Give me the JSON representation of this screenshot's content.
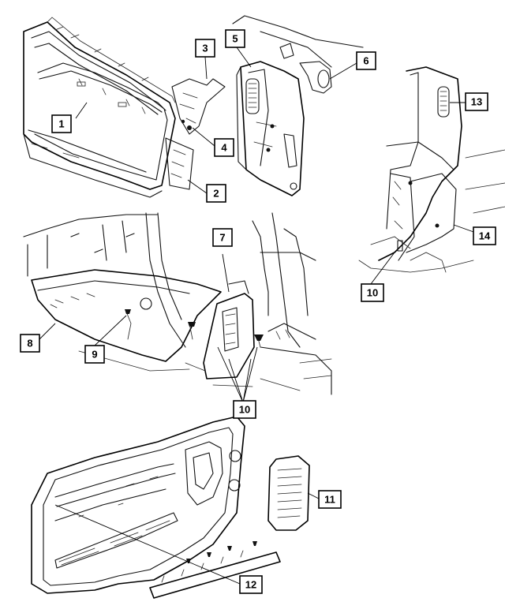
{
  "callouts": [
    {
      "id": "c1",
      "label": "1"
    },
    {
      "id": "c2",
      "label": "2"
    },
    {
      "id": "c3",
      "label": "3"
    },
    {
      "id": "c4",
      "label": "4"
    },
    {
      "id": "c5",
      "label": "5"
    },
    {
      "id": "c6",
      "label": "6"
    },
    {
      "id": "c7",
      "label": "7"
    },
    {
      "id": "c8",
      "label": "8"
    },
    {
      "id": "c9",
      "label": "9"
    },
    {
      "id": "c10a",
      "label": "10"
    },
    {
      "id": "c10b",
      "label": "10"
    },
    {
      "id": "c11",
      "label": "11"
    },
    {
      "id": "c12",
      "label": "12"
    },
    {
      "id": "c13",
      "label": "13"
    },
    {
      "id": "c14",
      "label": "14"
    }
  ],
  "colors": {
    "line": "#111111",
    "background": "#ffffff"
  }
}
